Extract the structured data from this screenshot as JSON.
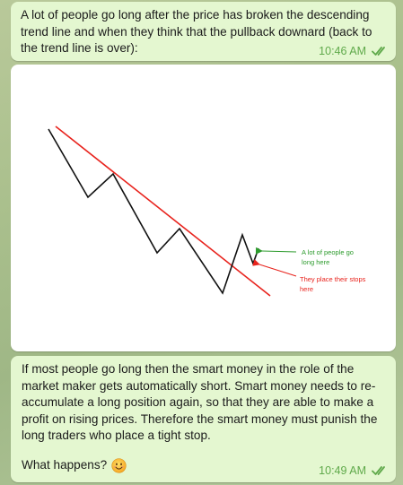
{
  "messages": [
    {
      "text": "A lot of people go long after the price has broken the descending trend line and when they think that the pullback downard (back to the trend line is over):",
      "time": "10:46 AM",
      "status_icon": "double-check-read-icon"
    },
    {
      "image": {
        "annotations": {
          "long_label_line1": "A lot of people go",
          "long_label_line2": "long here",
          "stops_label_line1": "They place their stops",
          "stops_label_line2": "here"
        },
        "colors": {
          "price_line": "#111111",
          "trend_line": "#e8231d",
          "long_arrow": "#2d9b2d",
          "stops_arrow": "#e8231d"
        }
      }
    },
    {
      "text": "If most people go long then the smart money in the role of the market maker gets automatically short. Smart money needs to re-accumulate a long position again, so that they are able to make a profit on rising prices. Therefore the smart money must punish the long traders who place a tight stop.",
      "question": "What happens?",
      "emoji": "smiling-face-emoji",
      "time": "10:49 AM",
      "status_icon": "double-check-read-icon"
    }
  ],
  "colors": {
    "bubble": "#e4f7d0",
    "timestamp": "#5fa94a"
  }
}
